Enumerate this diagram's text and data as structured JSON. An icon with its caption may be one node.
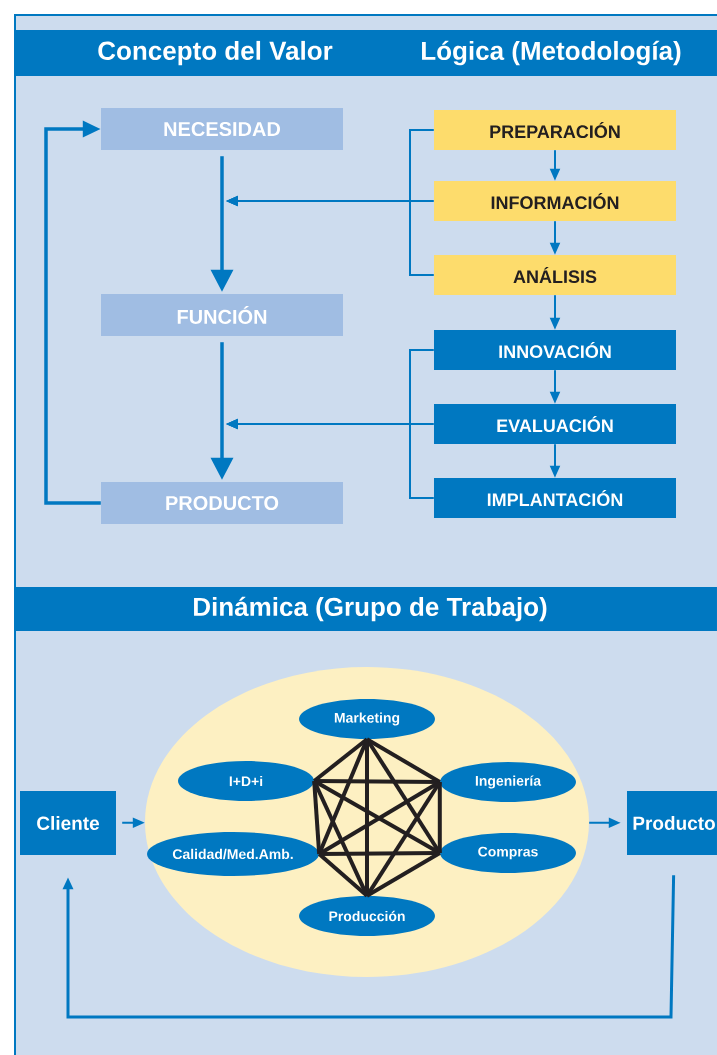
{
  "diagram": {
    "nodes": [
      {
        "text": [
          "Concepto del Valor",
          "Lógica (Metodología)"
        ]
      },
      {
        "text": [
          "NECESIDAD"
        ]
      },
      {
        "text": [
          "FUNCIÓN"
        ]
      },
      {
        "text": [
          "PRODUCTO"
        ]
      },
      {
        "text": [
          "PREPARACIÓN"
        ]
      },
      {
        "text": [
          "INFORMACIÓN"
        ]
      },
      {
        "text": [
          "ANÁLISIS"
        ]
      },
      {
        "text": [
          "INNOVACIÓN"
        ]
      },
      {
        "text": [
          "EVALUACIÓN"
        ]
      },
      {
        "text": [
          "IMPLANTACIÓN"
        ]
      },
      {
        "text": [
          "Dinámica  (Grupo de Trabajo)"
        ]
      },
      {
        "text": [
          "Cliente"
        ]
      },
      {
        "text": [],
        "shape": "ellipse"
      },
      {
        "text": [
          "Marketing"
        ],
        "in": 12
      },
      {
        "text": [
          "I+D+i"
        ],
        "in": 12
      },
      {
        "text": [
          "Ingeniería"
        ],
        "in": 12
      },
      {
        "text": [
          "Calidad/Med.Amb."
        ],
        "in": 12
      },
      {
        "text": [
          "Compras"
        ],
        "in": 12
      },
      {
        "text": [
          "Producción"
        ],
        "in": 12
      },
      {
        "text": [
          "Producto"
        ]
      }
    ],
    "edges": [
      {
        "from": 1,
        "to": 2,
        "arrow": "to"
      },
      {
        "from": 2,
        "to": 3,
        "arrow": "to"
      },
      {
        "from": 3,
        "to": 1,
        "arrow": "to"
      },
      {
        "from": 4,
        "to": 5,
        "arrow": "to"
      },
      {
        "from": 5,
        "to": 6,
        "arrow": "to"
      },
      {
        "from": 6,
        "to": 7,
        "arrow": "to"
      },
      {
        "from": 7,
        "to": 8,
        "arrow": "to"
      },
      {
        "from": 8,
        "to": 9,
        "arrow": "to"
      },
      {
        "from": 4,
        "to": null,
        "arrow": "to"
      },
      {
        "from": 5,
        "to": null,
        "arrow": "to"
      },
      {
        "from": 6,
        "to": null,
        "arrow": "to"
      },
      {
        "from": 7,
        "to": null,
        "arrow": "to"
      },
      {
        "from": 8,
        "to": null,
        "arrow": "to"
      },
      {
        "from": 9,
        "to": null,
        "arrow": "to"
      },
      {
        "from": 11,
        "to": 12,
        "arrow": "to"
      },
      {
        "from": 12,
        "to": 19,
        "arrow": "to"
      },
      {
        "from": 19,
        "to": 11,
        "arrow": "to"
      },
      {
        "from": 13,
        "to": 14,
        "arrow": "none",
        "color": "#231f20"
      },
      {
        "from": 13,
        "to": 15,
        "arrow": "none",
        "color": "#231f20"
      },
      {
        "from": 13,
        "to": 16,
        "arrow": "none",
        "color": "#231f20"
      },
      {
        "from": 13,
        "to": 17,
        "arrow": "none",
        "color": "#231f20"
      },
      {
        "from": 13,
        "to": 18,
        "arrow": "none",
        "color": "#231f20"
      },
      {
        "from": 14,
        "to": 15,
        "arrow": "none",
        "color": "#231f20"
      },
      {
        "from": 14,
        "to": 16,
        "arrow": "none",
        "color": "#231f20"
      },
      {
        "from": 14,
        "to": 17,
        "arrow": "none",
        "color": "#231f20"
      },
      {
        "from": 14,
        "to": 18,
        "arrow": "none",
        "color": "#231f20"
      },
      {
        "from": 15,
        "to": 16,
        "arrow": "none",
        "color": "#231f20"
      },
      {
        "from": 15,
        "to": 17,
        "arrow": "none",
        "color": "#231f20"
      },
      {
        "from": 15,
        "to": 18,
        "arrow": "none",
        "color": "#231f20"
      },
      {
        "from": 16,
        "to": 17,
        "arrow": "none",
        "color": "#231f20"
      },
      {
        "from": 16,
        "to": 18,
        "arrow": "none",
        "color": "#231f20"
      },
      {
        "from": 17,
        "to": 18,
        "arrow": "none",
        "color": "#231f20"
      }
    ]
  }
}
